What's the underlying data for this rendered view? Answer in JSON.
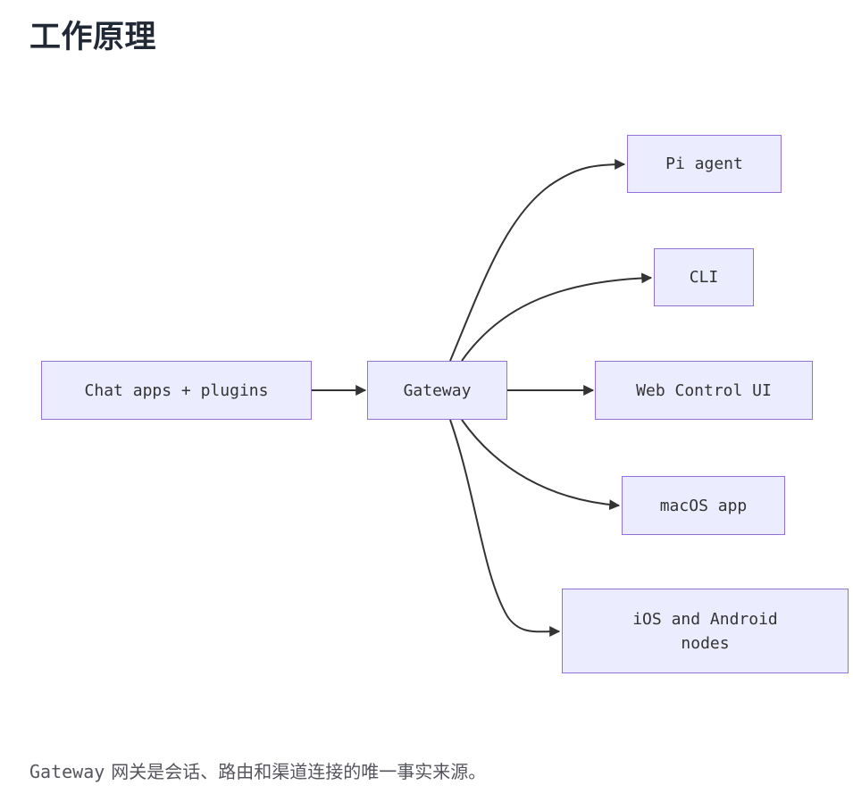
{
  "page": {
    "title": "工作原理",
    "footer_code": "Gateway",
    "footer_text": "网关是会话、路由和渠道连接的唯一事实来源。"
  },
  "diagram": {
    "type": "flowchart-lr",
    "nodes": [
      {
        "id": "chat",
        "label": "Chat apps + plugins"
      },
      {
        "id": "gateway",
        "label": "Gateway"
      },
      {
        "id": "pi",
        "label": "Pi agent"
      },
      {
        "id": "cli",
        "label": "CLI"
      },
      {
        "id": "web",
        "label": "Web Control UI"
      },
      {
        "id": "macos",
        "label": "macOS app"
      },
      {
        "id": "ios",
        "label": "iOS and Android nodes"
      }
    ],
    "edges": [
      {
        "from": "chat",
        "to": "gateway"
      },
      {
        "from": "gateway",
        "to": "pi"
      },
      {
        "from": "gateway",
        "to": "cli"
      },
      {
        "from": "gateway",
        "to": "web"
      },
      {
        "from": "gateway",
        "to": "macos"
      },
      {
        "from": "gateway",
        "to": "ios"
      }
    ],
    "colors": {
      "node_fill": "#ECECFF",
      "node_border": "#9370DB",
      "edge": "#333333",
      "node_text": "#333333",
      "title_text": "#212936",
      "footer_text": "#55555d"
    }
  }
}
